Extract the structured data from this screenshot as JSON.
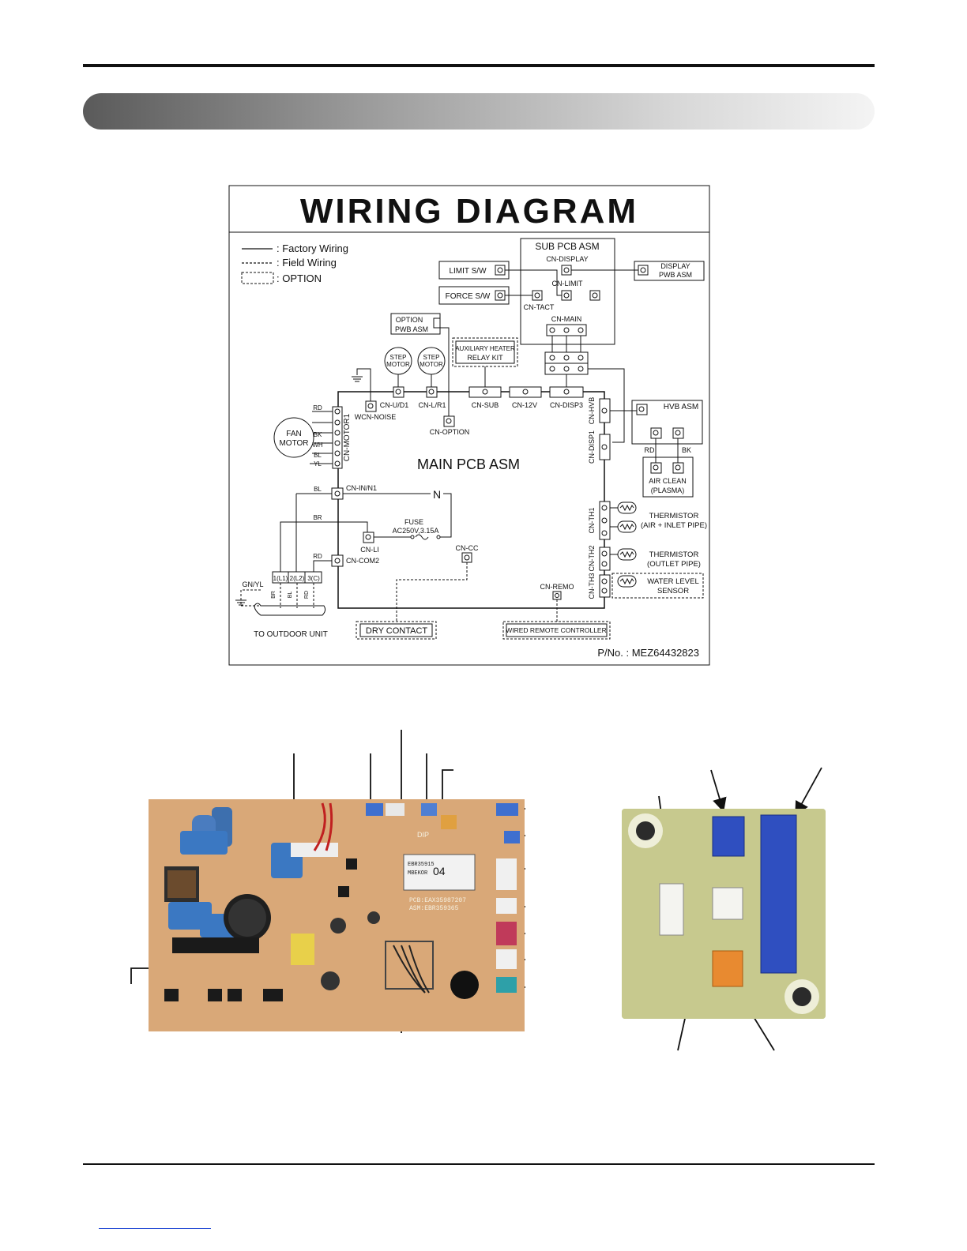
{
  "diagram": {
    "title": "WIRING DIAGRAM",
    "legend": {
      "factory": ": Factory Wiring",
      "field": ": Field Wiring",
      "option": ": OPTION"
    },
    "sub_pcb": {
      "title": "SUB PCB ASM",
      "cn_display": "CN-DISPLAY",
      "cn_limit": "CN-LIMIT",
      "cn_tact": "CN-TACT",
      "cn_main": "CN-MAIN"
    },
    "limit_sw": "LIMIT S/W",
    "force_sw": "FORCE S/W",
    "display_pwb": [
      "DISPLAY",
      "PWB ASM"
    ],
    "option_pwb": [
      "OPTION",
      "PWB ASM"
    ],
    "aux_heater": [
      "AUXILIARY HEATER",
      "RELAY KIT"
    ],
    "step_motor": [
      "STEP",
      "MOTOR"
    ],
    "cn_ud1": "CN-U/D1",
    "cn_lr1": "CN-L/R1",
    "cn_sub": "CN-SUB",
    "cn_12v": "CN-12V",
    "cn_disp3": "CN-DISP3",
    "wcn_noise": "WCN-NOISE",
    "cn_option": "CN-OPTION",
    "cn_hvb": "CN-HVB",
    "cn_disp1": "CN-DISP1",
    "hvb_asm": "HVB ASM",
    "rd": "RD",
    "bk": "BK",
    "wh": "WH",
    "bl": "BL",
    "yl": "YL",
    "br": "BR",
    "gnyl": "GN/YL",
    "air_clean": [
      "AIR CLEAN",
      "(PLASMA)"
    ],
    "fan_motor": [
      "FAN",
      "MOTOR"
    ],
    "cn_motor1": "CN-MOTOR1",
    "main_pcb": "MAIN PCB ASM",
    "cn_inn1": "CN-IN/N1",
    "n_label": "N",
    "fuse": [
      "FUSE",
      "AC250V,3.15A"
    ],
    "cn_li": "CN-LI",
    "cn_cc": "CN-CC",
    "cn_com2": "CN-COM2",
    "terminals": [
      "1(L1)",
      "2(L2)",
      "3(C)"
    ],
    "to_outdoor": "TO OUTDOOR UNIT",
    "dry_contact": "DRY CONTACT",
    "cn_remo": "CN-REMO",
    "wired_remote": "WIRED REMOTE CONTROLLER",
    "cn_th1": "CN-TH1",
    "cn_th2": "CN-TH2",
    "cn_th3": "CN-TH3",
    "thermistor1": [
      "THERMISTOR",
      "(AIR + INLET PIPE)"
    ],
    "thermistor2": [
      "THERMISTOR",
      "(OUTLET PIPE)"
    ],
    "water_level": [
      "WATER LEVEL",
      "SENSOR"
    ],
    "part_no": "P/No. : MEZ64432823"
  },
  "photo_main": {
    "label_lines": [
      "EBR35915",
      "MBEKOR"
    ],
    "label_code": "04",
    "pcb_text": [
      "PCB:EAX35987207",
      "ASM:EBR359365"
    ],
    "dip": "DIP"
  }
}
